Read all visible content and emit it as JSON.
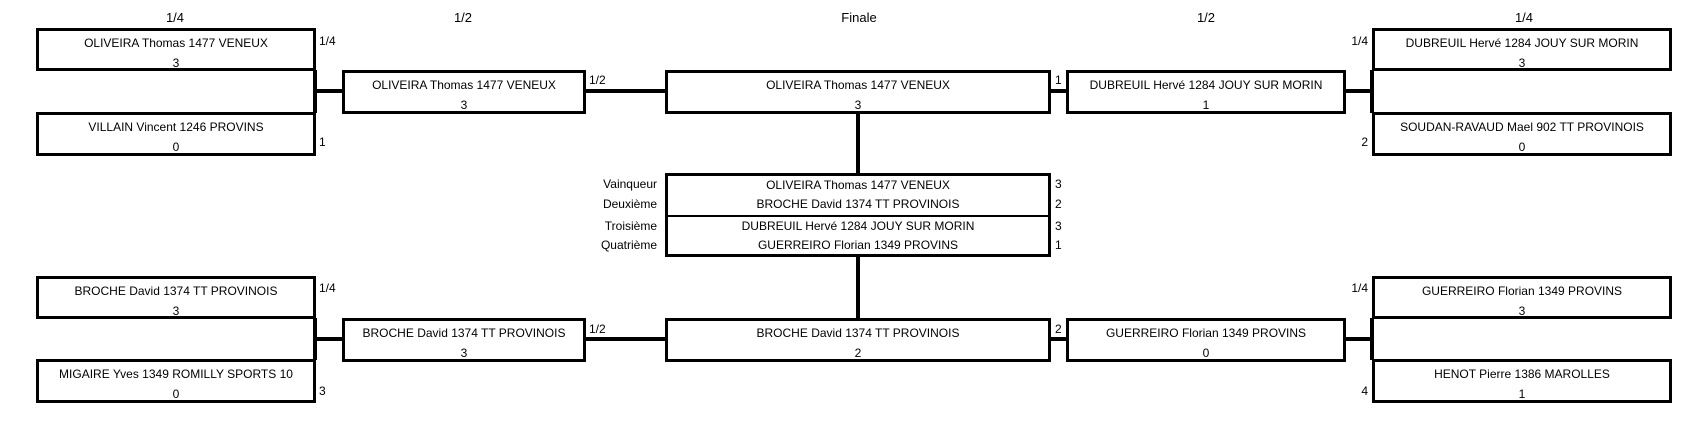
{
  "headers": {
    "qf_left": "1/4",
    "sf_left": "1/2",
    "final": "Finale",
    "sf_right": "1/2",
    "qf_right": "1/4"
  },
  "tl_qf1": {
    "name": "OLIVEIRA Thomas 1477 VENEUX",
    "score": "3",
    "tag": "1/4"
  },
  "tl_qf2": {
    "name": "VILLAIN Vincent 1246 PROVINS",
    "score": "0",
    "tag": "1"
  },
  "tl_sf": {
    "name": "OLIVEIRA Thomas 1477 VENEUX",
    "score": "3",
    "tag": "1/2"
  },
  "tc_final": {
    "name": "OLIVEIRA Thomas 1477 VENEUX",
    "score": "3",
    "tag": "1"
  },
  "tr_sf": {
    "name": "DUBREUIL Hervé 1284 JOUY SUR MORIN",
    "score": "1"
  },
  "tr_qf1": {
    "name": "DUBREUIL Hervé 1284 JOUY SUR MORIN",
    "score": "3",
    "tag": "1/4"
  },
  "tr_qf2": {
    "name": "SOUDAN-RAVAUD Mael 902 TT PROVINOIS",
    "score": "0",
    "tag": "2"
  },
  "ranking": [
    {
      "label": "Vainqueur",
      "name": "OLIVEIRA Thomas 1477 VENEUX",
      "value": "3"
    },
    {
      "label": "Deuxième",
      "name": "BROCHE David 1374 TT PROVINOIS",
      "value": "2"
    },
    {
      "label": "Troisième",
      "name": "DUBREUIL Hervé 1284 JOUY SUR MORIN",
      "value": "3"
    },
    {
      "label": "Quatrième",
      "name": "GUERREIRO Florian 1349 PROVINS",
      "value": "1"
    }
  ],
  "bl_qf1": {
    "name": "BROCHE David 1374 TT PROVINOIS",
    "score": "3",
    "tag": "1/4"
  },
  "bl_qf2": {
    "name": "MIGAIRE Yves 1349 ROMILLY SPORTS 10",
    "score": "0",
    "tag": "3"
  },
  "bl_sf": {
    "name": "BROCHE David 1374 TT PROVINOIS",
    "score": "3",
    "tag": "1/2"
  },
  "bc_final": {
    "name": "BROCHE David 1374 TT PROVINOIS",
    "score": "2",
    "tag": "2"
  },
  "br_sf": {
    "name": "GUERREIRO Florian 1349 PROVINS",
    "score": "0"
  },
  "br_qf1": {
    "name": "GUERREIRO Florian 1349 PROVINS",
    "score": "3",
    "tag": "1/4"
  },
  "br_qf2": {
    "name": "HENOT Pierre 1386 MAROLLES",
    "score": "1",
    "tag": "4"
  }
}
